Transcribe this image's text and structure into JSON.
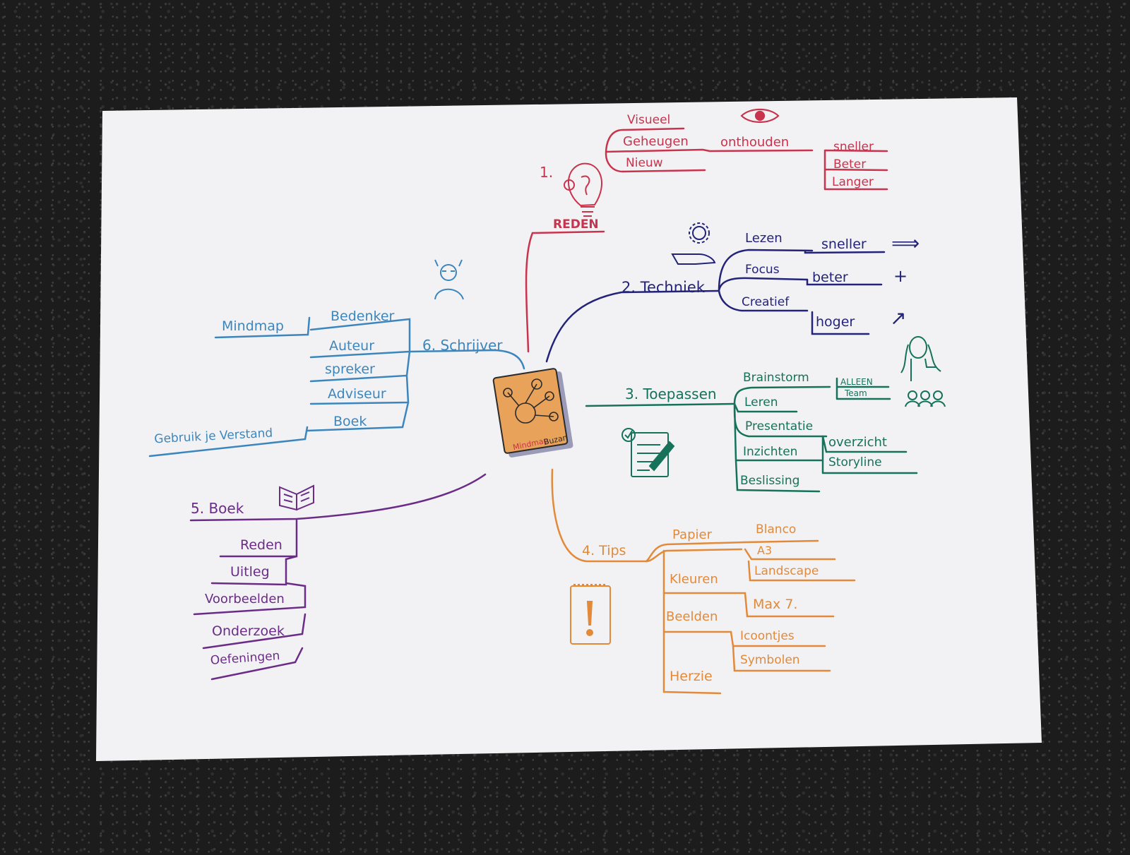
{
  "colors": {
    "background": "#1c1c1c",
    "paper": "#f2f2f4",
    "reden": "#c8334d",
    "techniek": "#23237a",
    "toepassen": "#16725a",
    "tips": "#e28a3a",
    "boek": "#6a2c86",
    "schrijver": "#3c86bd",
    "center": "#e08a3c"
  },
  "center": {
    "title_line1": "Mindmap",
    "title_line2": "Buzan"
  },
  "branches": {
    "reden": {
      "number": "1.",
      "title": "REDEN",
      "icon": "lightbulb-icon",
      "eye_icon": "eye-icon",
      "items": [
        "Visueel",
        "Geheugen",
        "Nieuw"
      ],
      "onthouden": "onthouden",
      "sub": [
        "sneller",
        "Beter",
        "Langer"
      ]
    },
    "techniek": {
      "title": "2. Techniek",
      "icon": "brain-gear-icon",
      "items": [
        "Lezen",
        "Focus",
        "Creatief"
      ],
      "results": [
        "sneller",
        "beter",
        "hoger"
      ],
      "symbols": [
        "⟹",
        "+",
        "↗"
      ]
    },
    "toepassen": {
      "title": "3. Toepassen",
      "icon": "checklist-icon",
      "people_icon": "people-icon",
      "person_icon": "woman-icon",
      "items": [
        "Brainstorm",
        "Leren",
        "Presentatie",
        "Inzichten",
        "Beslissing"
      ],
      "brainstorm_sub": [
        "ALLEEN",
        "Team"
      ],
      "presentatie_sub": [
        "overzicht",
        "Storyline"
      ]
    },
    "tips": {
      "title": "4. Tips",
      "icon": "notepad-exclamation-icon",
      "items": [
        "Papier",
        "Kleuren",
        "Beelden",
        "Herzie"
      ],
      "papier_sub": [
        "Blanco",
        "A3",
        "Landscape"
      ],
      "kleuren_sub": [
        "Max 7."
      ],
      "beelden_sub": [
        "Icoontjes",
        "Symbolen"
      ]
    },
    "boek": {
      "title": "5. Boek",
      "icon": "open-book-icon",
      "items": [
        "Reden",
        "Uitleg",
        "Voorbeelden",
        "Onderzoek",
        "Oefeningen"
      ]
    },
    "schrijver": {
      "title": "6. Schrijver",
      "icon": "person-icon",
      "items": [
        "Bedenker",
        "Auteur",
        "spreker",
        "Adviseur",
        "Boek"
      ],
      "bedenker_sub": "Mindmap",
      "boek_sub": "Gebruik je Verstand"
    }
  }
}
